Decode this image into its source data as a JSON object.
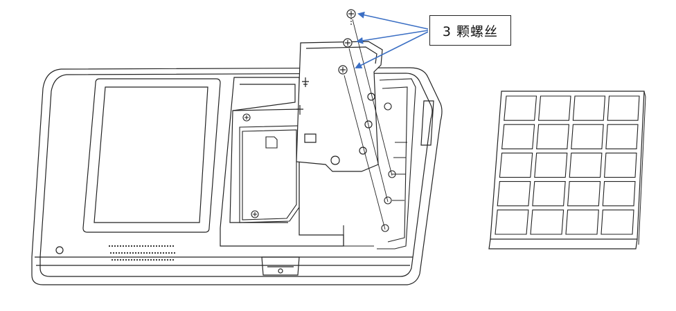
{
  "callout": {
    "label": "3 颗螺丝"
  },
  "colors": {
    "line": "#222222",
    "arrow": "#3b6fc4",
    "background": "#ffffff"
  },
  "keypad": {
    "rows": 5,
    "columns": 4
  }
}
